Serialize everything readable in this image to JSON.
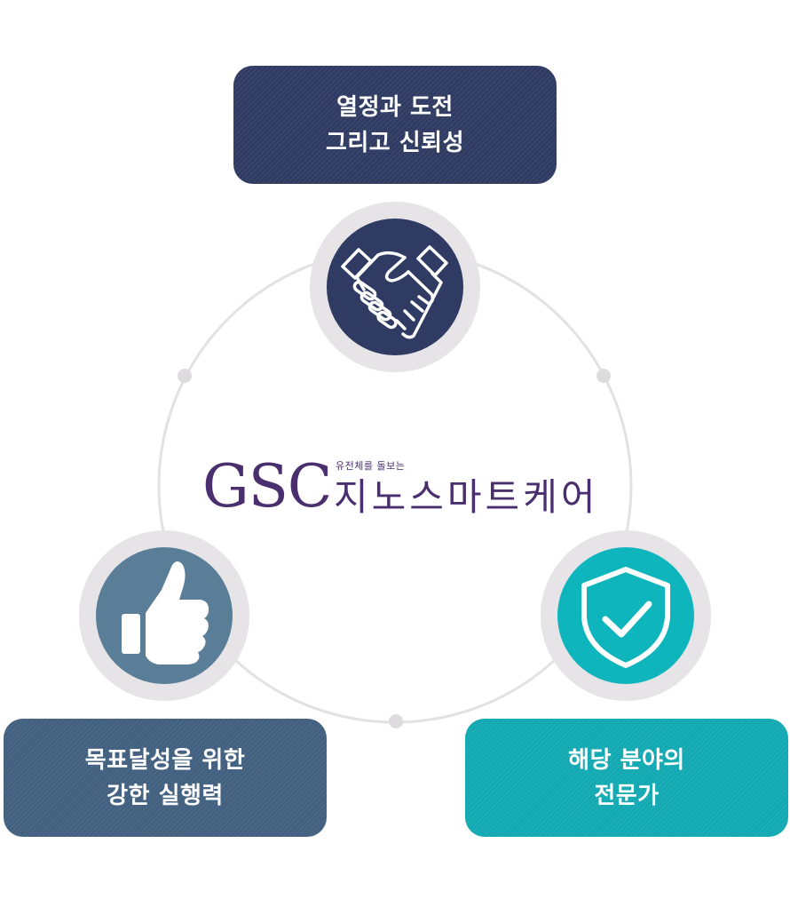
{
  "nodes": {
    "top": {
      "line1": "열정과 도전",
      "line2": "그리고 신뢰성",
      "icon": "handshake-icon",
      "color": "#2f3b62"
    },
    "left": {
      "line1": "목표달성을 위한",
      "line2": "강한 실행력",
      "icon": "thumbs-up-icon",
      "color": "#42607f"
    },
    "right": {
      "line1": "해당 분야의",
      "line2": "전문가",
      "icon": "shield-check-icon",
      "color": "#12a9b2"
    }
  },
  "logo": {
    "brand": "GSC",
    "tagline": "유전체를 돌보는",
    "name": "지노스마트케어",
    "color": "#4a2f6e"
  },
  "ring_color": "#e3e1e4"
}
